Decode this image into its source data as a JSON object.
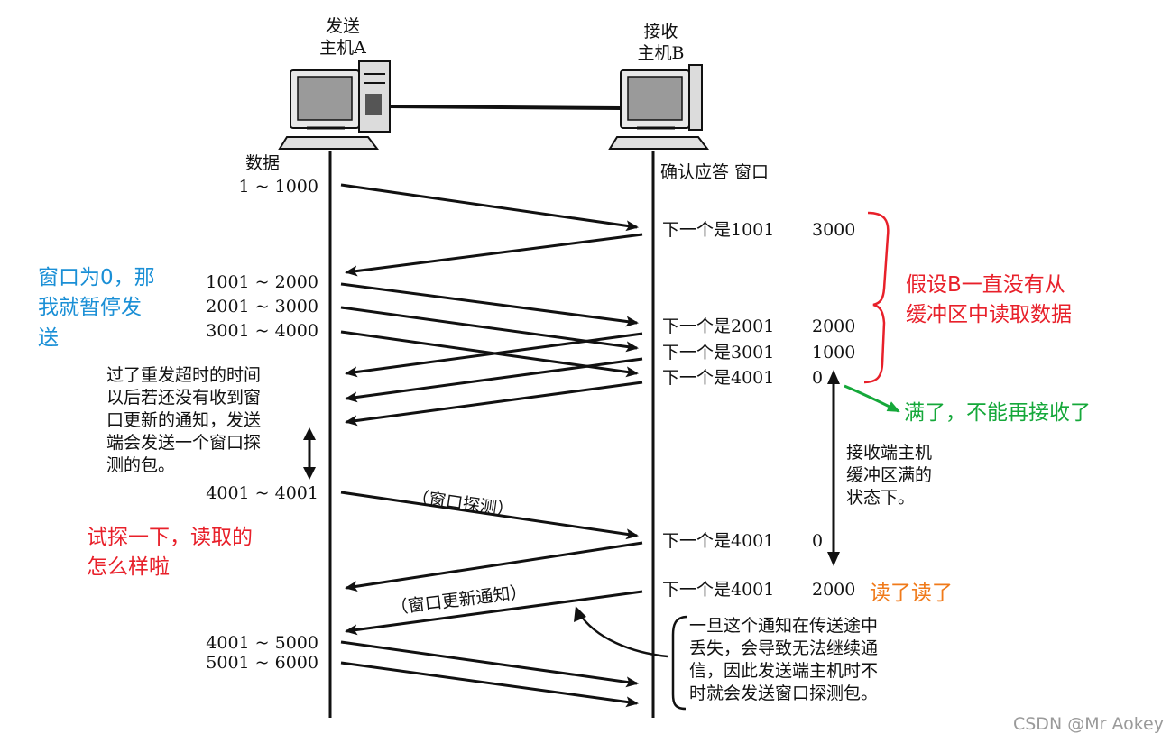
{
  "hosts": {
    "sender_line1": "发送",
    "sender_line2": "主机A",
    "receiver_line1": "接收",
    "receiver_line2": "主机B"
  },
  "headers": {
    "data": "数据",
    "ack_window": "确认应答 窗口"
  },
  "segments": [
    "1 ~ 1000",
    "1001 ~ 2000",
    "2001 ~ 3000",
    "3001 ~ 4000",
    "4001 ~ 4001",
    "4001 ~ 5000",
    "5001 ~ 6000"
  ],
  "acks": [
    {
      "text": "下一个是1001",
      "win": "3000"
    },
    {
      "text": "下一个是2001",
      "win": "2000"
    },
    {
      "text": "下一个是3001",
      "win": "1000"
    },
    {
      "text": "下一个是4001",
      "win": "0"
    },
    {
      "text": "下一个是4001",
      "win": "0"
    },
    {
      "text": "下一个是4001",
      "win": "2000"
    }
  ],
  "labels": {
    "probe": "（窗口探测）",
    "update": "（窗口更新通知）"
  },
  "notes": {
    "timeout": [
      "过了重发超时的时间",
      "以后若还没有收到窗",
      "口更新的通知，发送",
      "端会发送一个窗口探",
      "测的包。"
    ],
    "buffer_full": [
      "接收端主机",
      "缓冲区满的",
      "状态下。"
    ],
    "lost": [
      "一旦这个通知在传送途中",
      "丢失，会导致无法继续通",
      "信，因此发送端主机时不",
      "时就会发送窗口探测包。"
    ]
  },
  "annotations": {
    "blue": [
      "窗口为0，那",
      "我就暂停发",
      "送"
    ],
    "red_top": [
      "假设B一直没有从",
      "缓冲区中读取数据"
    ],
    "green": "满了，不能再接收了",
    "red_bottom": [
      "试探一下，读取的",
      "怎么样啦"
    ],
    "orange": "读了读了"
  },
  "watermark": "CSDN @Mr  Aokey",
  "colors": {
    "blue": "#1a8fd6",
    "red": "#e8202a",
    "green": "#15a83a",
    "orange": "#f07a1a"
  }
}
